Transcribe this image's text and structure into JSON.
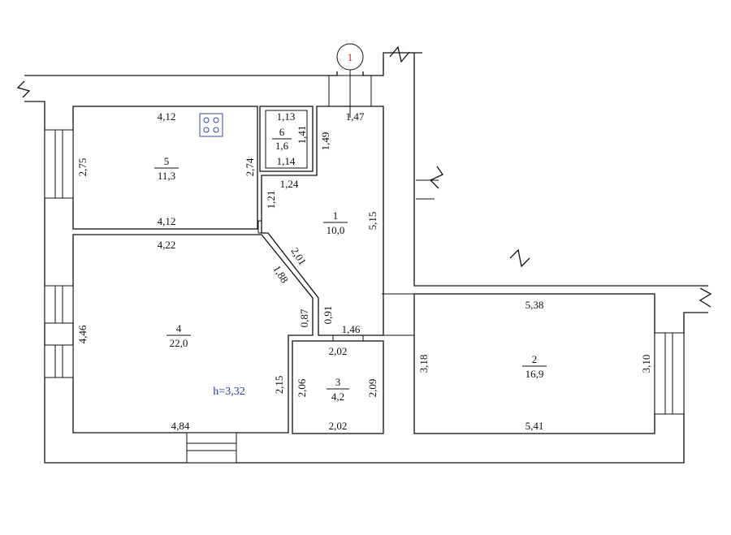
{
  "axis_marker": "1",
  "ceiling_height": "h=3,32",
  "colors": {
    "lines": "#111111",
    "axis_marker_text": "#cc2222",
    "stove_icon": "#3344aa",
    "height_note": "#2233aa"
  },
  "stove_icon": "stove-icon",
  "rooms": {
    "r1": {
      "number": "1",
      "area": "10,0"
    },
    "r2": {
      "number": "2",
      "area": "16,9"
    },
    "r3": {
      "number": "3",
      "area": "4,2"
    },
    "r4": {
      "number": "4",
      "area": "22,0"
    },
    "r5": {
      "number": "5",
      "area": "11,3"
    },
    "r6": {
      "number": "6",
      "area": "1,6"
    }
  },
  "dimensions": {
    "r5_top": "4,12",
    "r5_bottom": "4,12",
    "r5_left": "2,75",
    "r5_right": "2,74",
    "r6_top": "1,13",
    "r6_bottom": "1,14",
    "r6_right": "1,41",
    "r1_top": "1,47",
    "r1_upper_left": "1,49",
    "r1_step": "1,24",
    "r1_left": "1,21",
    "r1_right": "5,15",
    "r1_diag": "2,01",
    "r1_lower_left": "0,91",
    "r1_bottom": "1,46",
    "r4_top": "4,22",
    "r4_diag": "1,88",
    "r4_left": "4,46",
    "r4_right_upper": "0,87",
    "r4_right_lower": "2,15",
    "r4_bottom": "4,84",
    "r3_top": "2,02",
    "r3_bottom": "2,02",
    "r3_left": "2,06",
    "r3_right": "2,09",
    "r2_top": "5,38",
    "r2_bottom": "5,41",
    "r2_left": "3,18",
    "r2_right": "3,10"
  }
}
